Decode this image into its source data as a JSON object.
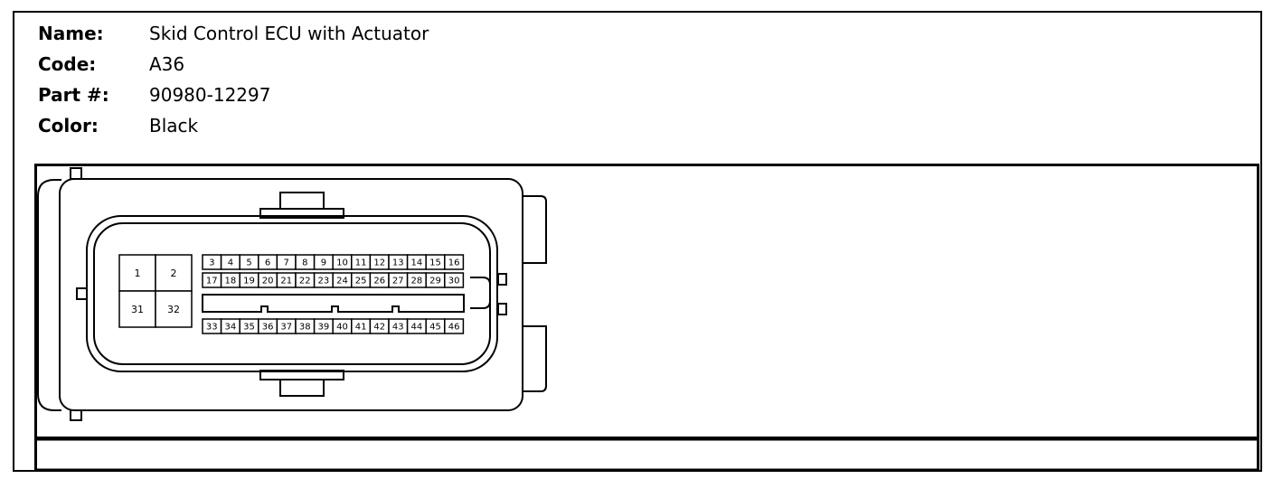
{
  "connector": {
    "name_label": "Name:",
    "name_value": "Skid Control ECU with Actuator",
    "code_label": "Code:",
    "code_value": "A36",
    "part_label": "Part #:",
    "part_value": "90980-12297",
    "color_label": "Color:",
    "color_value": "Black"
  },
  "pins": {
    "large": [
      "1",
      "2",
      "31",
      "32"
    ],
    "top_row": [
      "3",
      "4",
      "5",
      "6",
      "7",
      "8",
      "9",
      "10",
      "11",
      "12",
      "13",
      "14",
      "15",
      "16"
    ],
    "middle_row": [
      "17",
      "18",
      "19",
      "20",
      "21",
      "22",
      "23",
      "24",
      "25",
      "26",
      "27",
      "28",
      "29",
      "30"
    ],
    "bottom_row": [
      "33",
      "34",
      "35",
      "36",
      "37",
      "38",
      "39",
      "40",
      "41",
      "42",
      "43",
      "44",
      "45",
      "46"
    ]
  }
}
